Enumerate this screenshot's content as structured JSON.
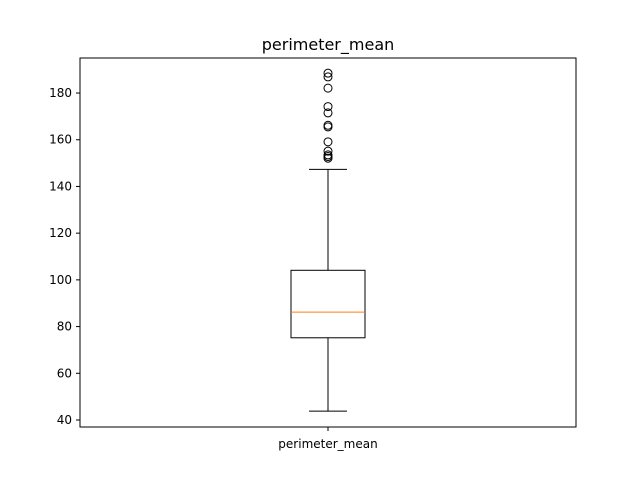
{
  "chart_data": {
    "type": "box",
    "title": "perimeter_mean",
    "categories": [
      "perimeter_mean"
    ],
    "ylim": [
      37,
      195
    ],
    "yticks": [
      40,
      60,
      80,
      100,
      120,
      140,
      160,
      180
    ],
    "box": {
      "whisker_low": 43.8,
      "q1": 75.2,
      "median": 86.2,
      "q3": 104.1,
      "whisker_high": 147.3,
      "outliers": [
        152.1,
        152.8,
        153.5,
        155.1,
        159.1,
        165.5,
        166.2,
        171.5,
        174.2,
        182.1,
        186.9,
        188.5
      ]
    },
    "colors": {
      "median": "#ff7f0e",
      "box": "#000000"
    }
  }
}
